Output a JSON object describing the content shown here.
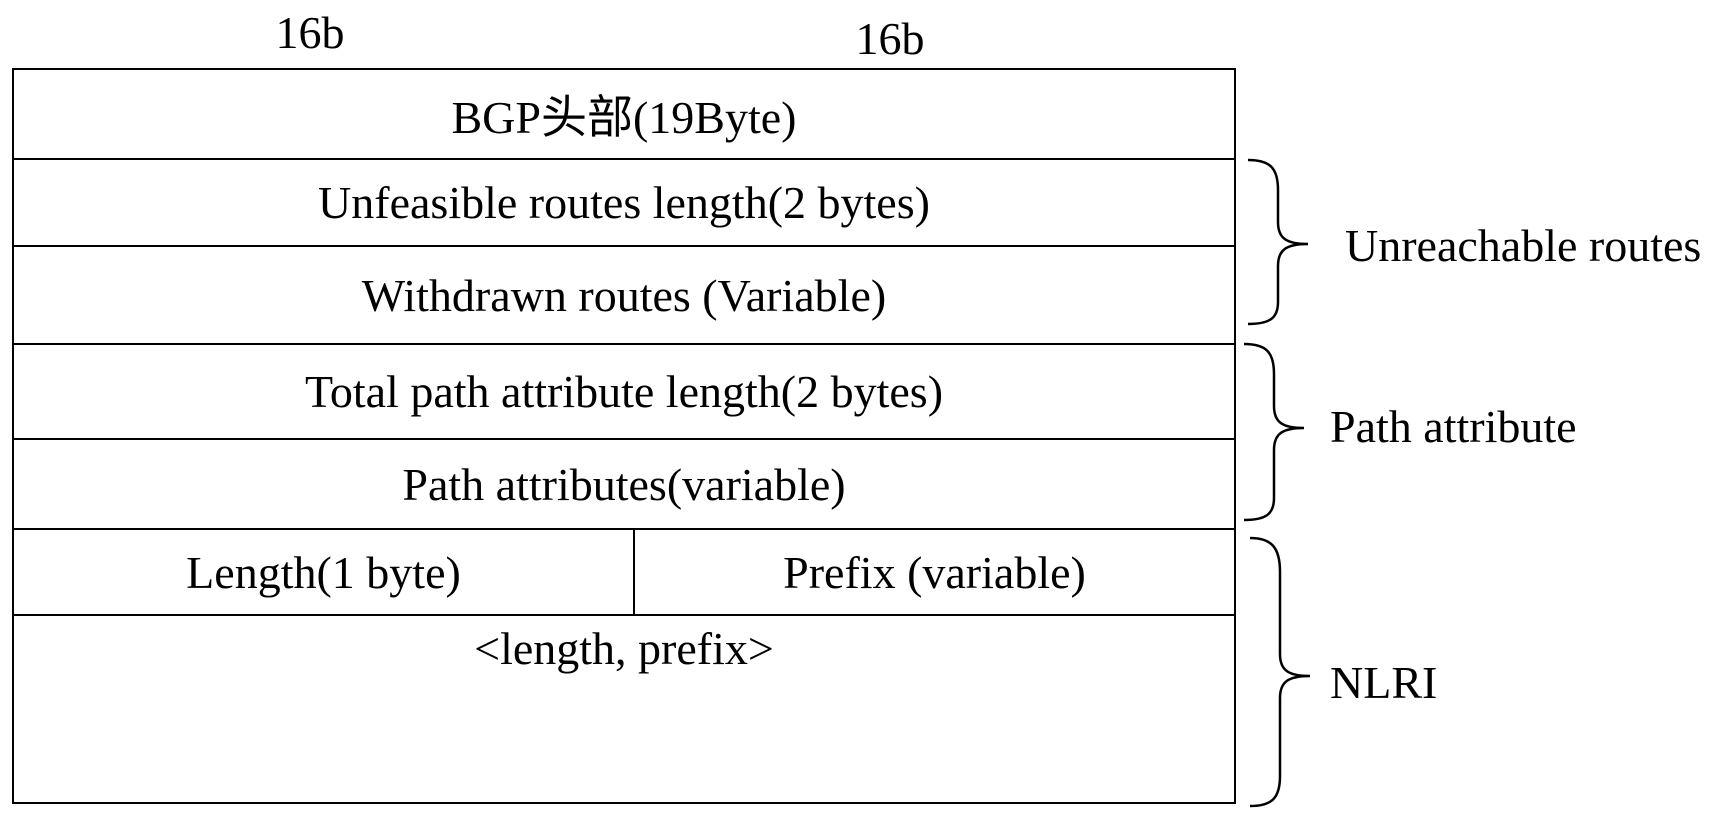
{
  "header": {
    "left_width": "16b",
    "right_width": "16b"
  },
  "rows": {
    "bgp_header": "BGP头部(19Byte)",
    "unfeasible_len": "Unfeasible routes length(2 bytes)",
    "withdrawn": "Withdrawn routes (Variable)",
    "total_path_len": "Total path attribute length(2 bytes)",
    "path_attrs": "Path attributes(variable)",
    "nlri_length": "Length(1 byte)",
    "nlri_prefix": "Prefix (variable)",
    "nlri_pair": "<length, prefix>"
  },
  "groups": {
    "unreachable": "Unreachable routes",
    "path_attribute": "Path attribute",
    "nlri": "NLRI"
  }
}
